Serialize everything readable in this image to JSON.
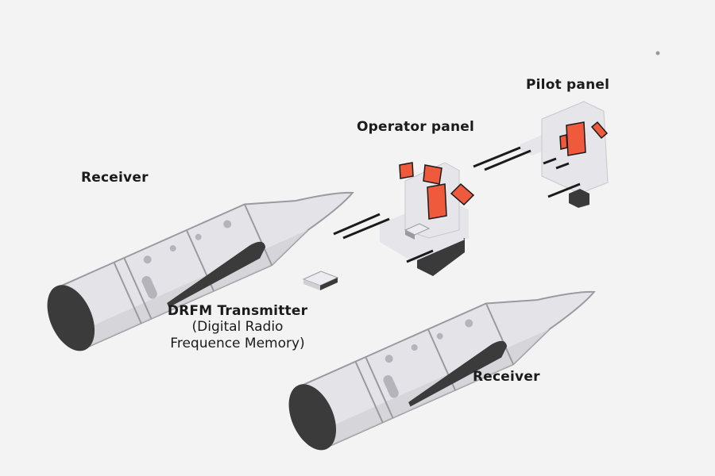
{
  "labels": {
    "receiver_top": "Receiver",
    "receiver_bottom": "Receiver",
    "operator_panel": "Operator panel",
    "pilot_panel": "Pilot panel",
    "drfm_title": "DRFM Transmitter",
    "drfm_line1": "(Digital Radio",
    "drfm_line2": "Frequence Memory)"
  },
  "colors": {
    "background": "#f3f3f3",
    "pod_body": "#e4e4e8",
    "pod_shade": "#cfcfd4",
    "pod_line": "#9a9aa0",
    "pod_nozzle": "#3b3b3b",
    "panel_light": "#e6e6ea",
    "panel_dark": "#3a3a3a",
    "accent": "#f05a3c",
    "stroke": "#1b1b1b"
  }
}
